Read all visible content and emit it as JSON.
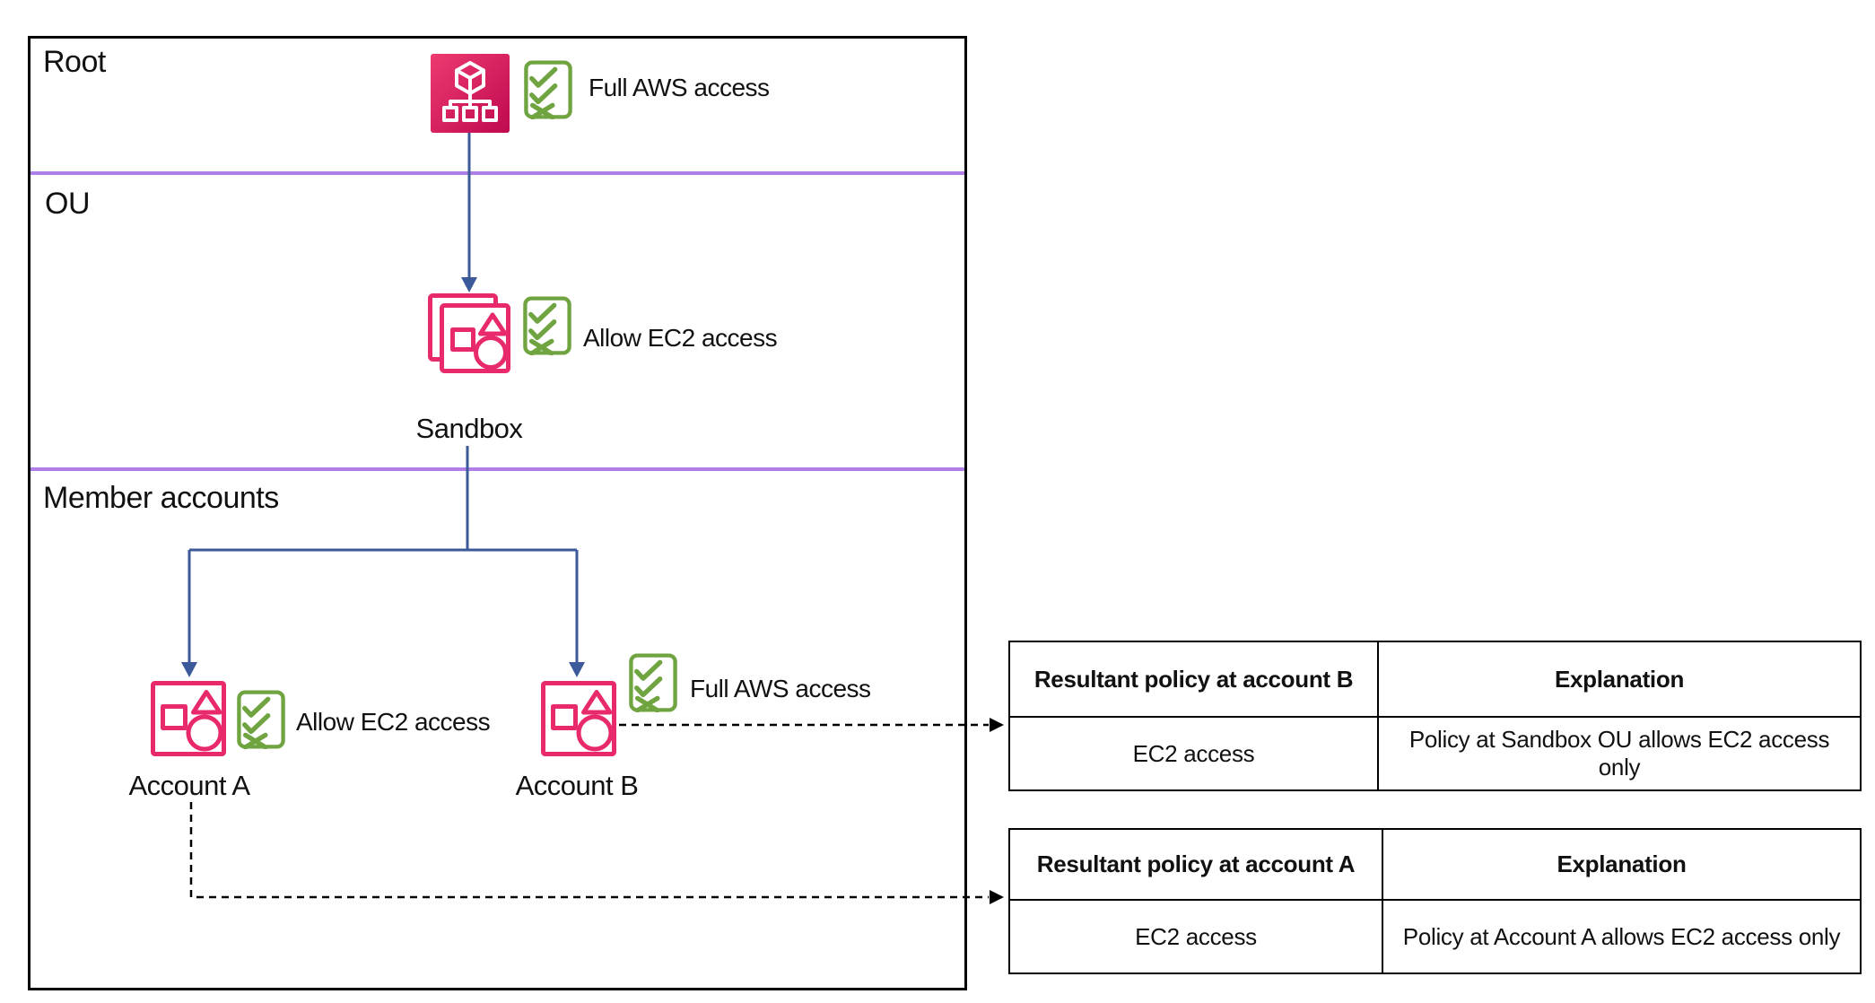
{
  "colors": {
    "pink": "#E82A6C",
    "pink_grad_light": "#EE3A70",
    "pink_grad_dark": "#BE0A4F",
    "green": "#6FA440",
    "blue": "#3C5A9A",
    "purple": "#AF7EE6"
  },
  "diagram": {
    "sections": {
      "root": {
        "label": "Root"
      },
      "ou": {
        "label": "OU"
      },
      "member": {
        "label": "Member accounts"
      }
    },
    "nodes": {
      "root": {
        "policy": "Full AWS access"
      },
      "sandbox": {
        "label": "Sandbox",
        "policy": "Allow EC2 access"
      },
      "account_a": {
        "label": "Account A",
        "policy": "Allow EC2 access"
      },
      "account_b": {
        "label": "Account B",
        "policy": "Full AWS access"
      }
    },
    "icons": {
      "organizations": "organizations-icon",
      "organizational_unit": "organizational-unit-icon",
      "account": "account-icon",
      "policy_checklist": "policy-checklist-icon"
    }
  },
  "tables": {
    "account_b": {
      "headers": [
        "Resultant policy at account B",
        "Explanation"
      ],
      "rows": [
        [
          "EC2 access",
          "Policy at Sandbox OU allows EC2 access only"
        ]
      ]
    },
    "account_a": {
      "headers": [
        "Resultant policy at account A",
        "Explanation"
      ],
      "rows": [
        [
          "EC2 access",
          "Policy at Account A allows EC2 access only"
        ]
      ]
    }
  }
}
